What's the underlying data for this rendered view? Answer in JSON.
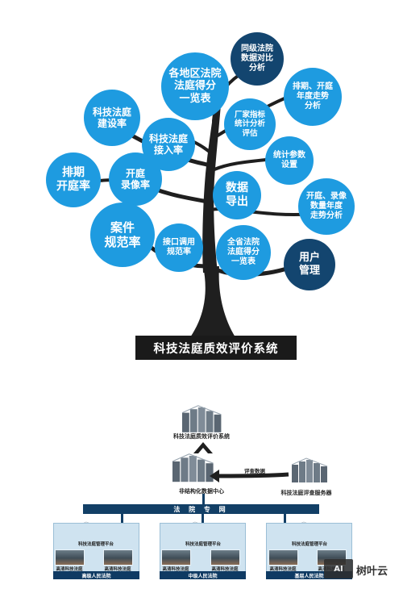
{
  "tree": {
    "title": "科技法庭质效评价系统",
    "nodes": [
      {
        "id": "compare",
        "text": "同级法院\n数据对比\n分析",
        "style": "dark"
      },
      {
        "id": "overview",
        "text": "各地区法院\n法庭得分\n一览表",
        "style": "light"
      },
      {
        "id": "trend",
        "text": "排期、开庭\n年度走势\n分析",
        "style": "light"
      },
      {
        "id": "build",
        "text": "科技法庭\n建设率",
        "style": "light"
      },
      {
        "id": "vendor",
        "text": "厂家指标\n统计分析\n评估",
        "style": "light"
      },
      {
        "id": "access",
        "text": "科技法庭\n接入率",
        "style": "light"
      },
      {
        "id": "params",
        "text": "统计参数\n设置",
        "style": "light"
      },
      {
        "id": "schedule",
        "text": "排期\n开庭率",
        "style": "light"
      },
      {
        "id": "record",
        "text": "开庭\n录像率",
        "style": "light"
      },
      {
        "id": "export",
        "text": "数据\n导出",
        "style": "light"
      },
      {
        "id": "yearly",
        "text": "开庭、录像\n数量年度\n走势分析",
        "style": "light"
      },
      {
        "id": "norm",
        "text": "案件\n规范率",
        "style": "light"
      },
      {
        "id": "api",
        "text": "接口调用\n规范率",
        "style": "light"
      },
      {
        "id": "province",
        "text": "全省法院\n法庭得分\n一览表",
        "style": "light"
      },
      {
        "id": "user",
        "text": "用户\n管理",
        "style": "dark"
      }
    ]
  },
  "architecture": {
    "top_system": "科技法庭质效评价系统",
    "center_hub": "非结构化数据中心",
    "right_server": "科技法庭评查服务器",
    "arrow_label": "评查数据",
    "network_bar": "法 院 专 网",
    "panels": [
      {
        "platform": "科技法庭管理平台",
        "court_label": "高清科技法庭",
        "bar": "高级人民法院"
      },
      {
        "platform": "科技法庭管理平台",
        "court_label": "高清科技法庭",
        "bar": "中级人民法院"
      },
      {
        "platform": "科技法庭管理平台",
        "court_label": "高清科技法庭",
        "bar": "基层人民法院"
      }
    ]
  },
  "watermark": {
    "logo": "AI",
    "text": "树叶云"
  }
}
